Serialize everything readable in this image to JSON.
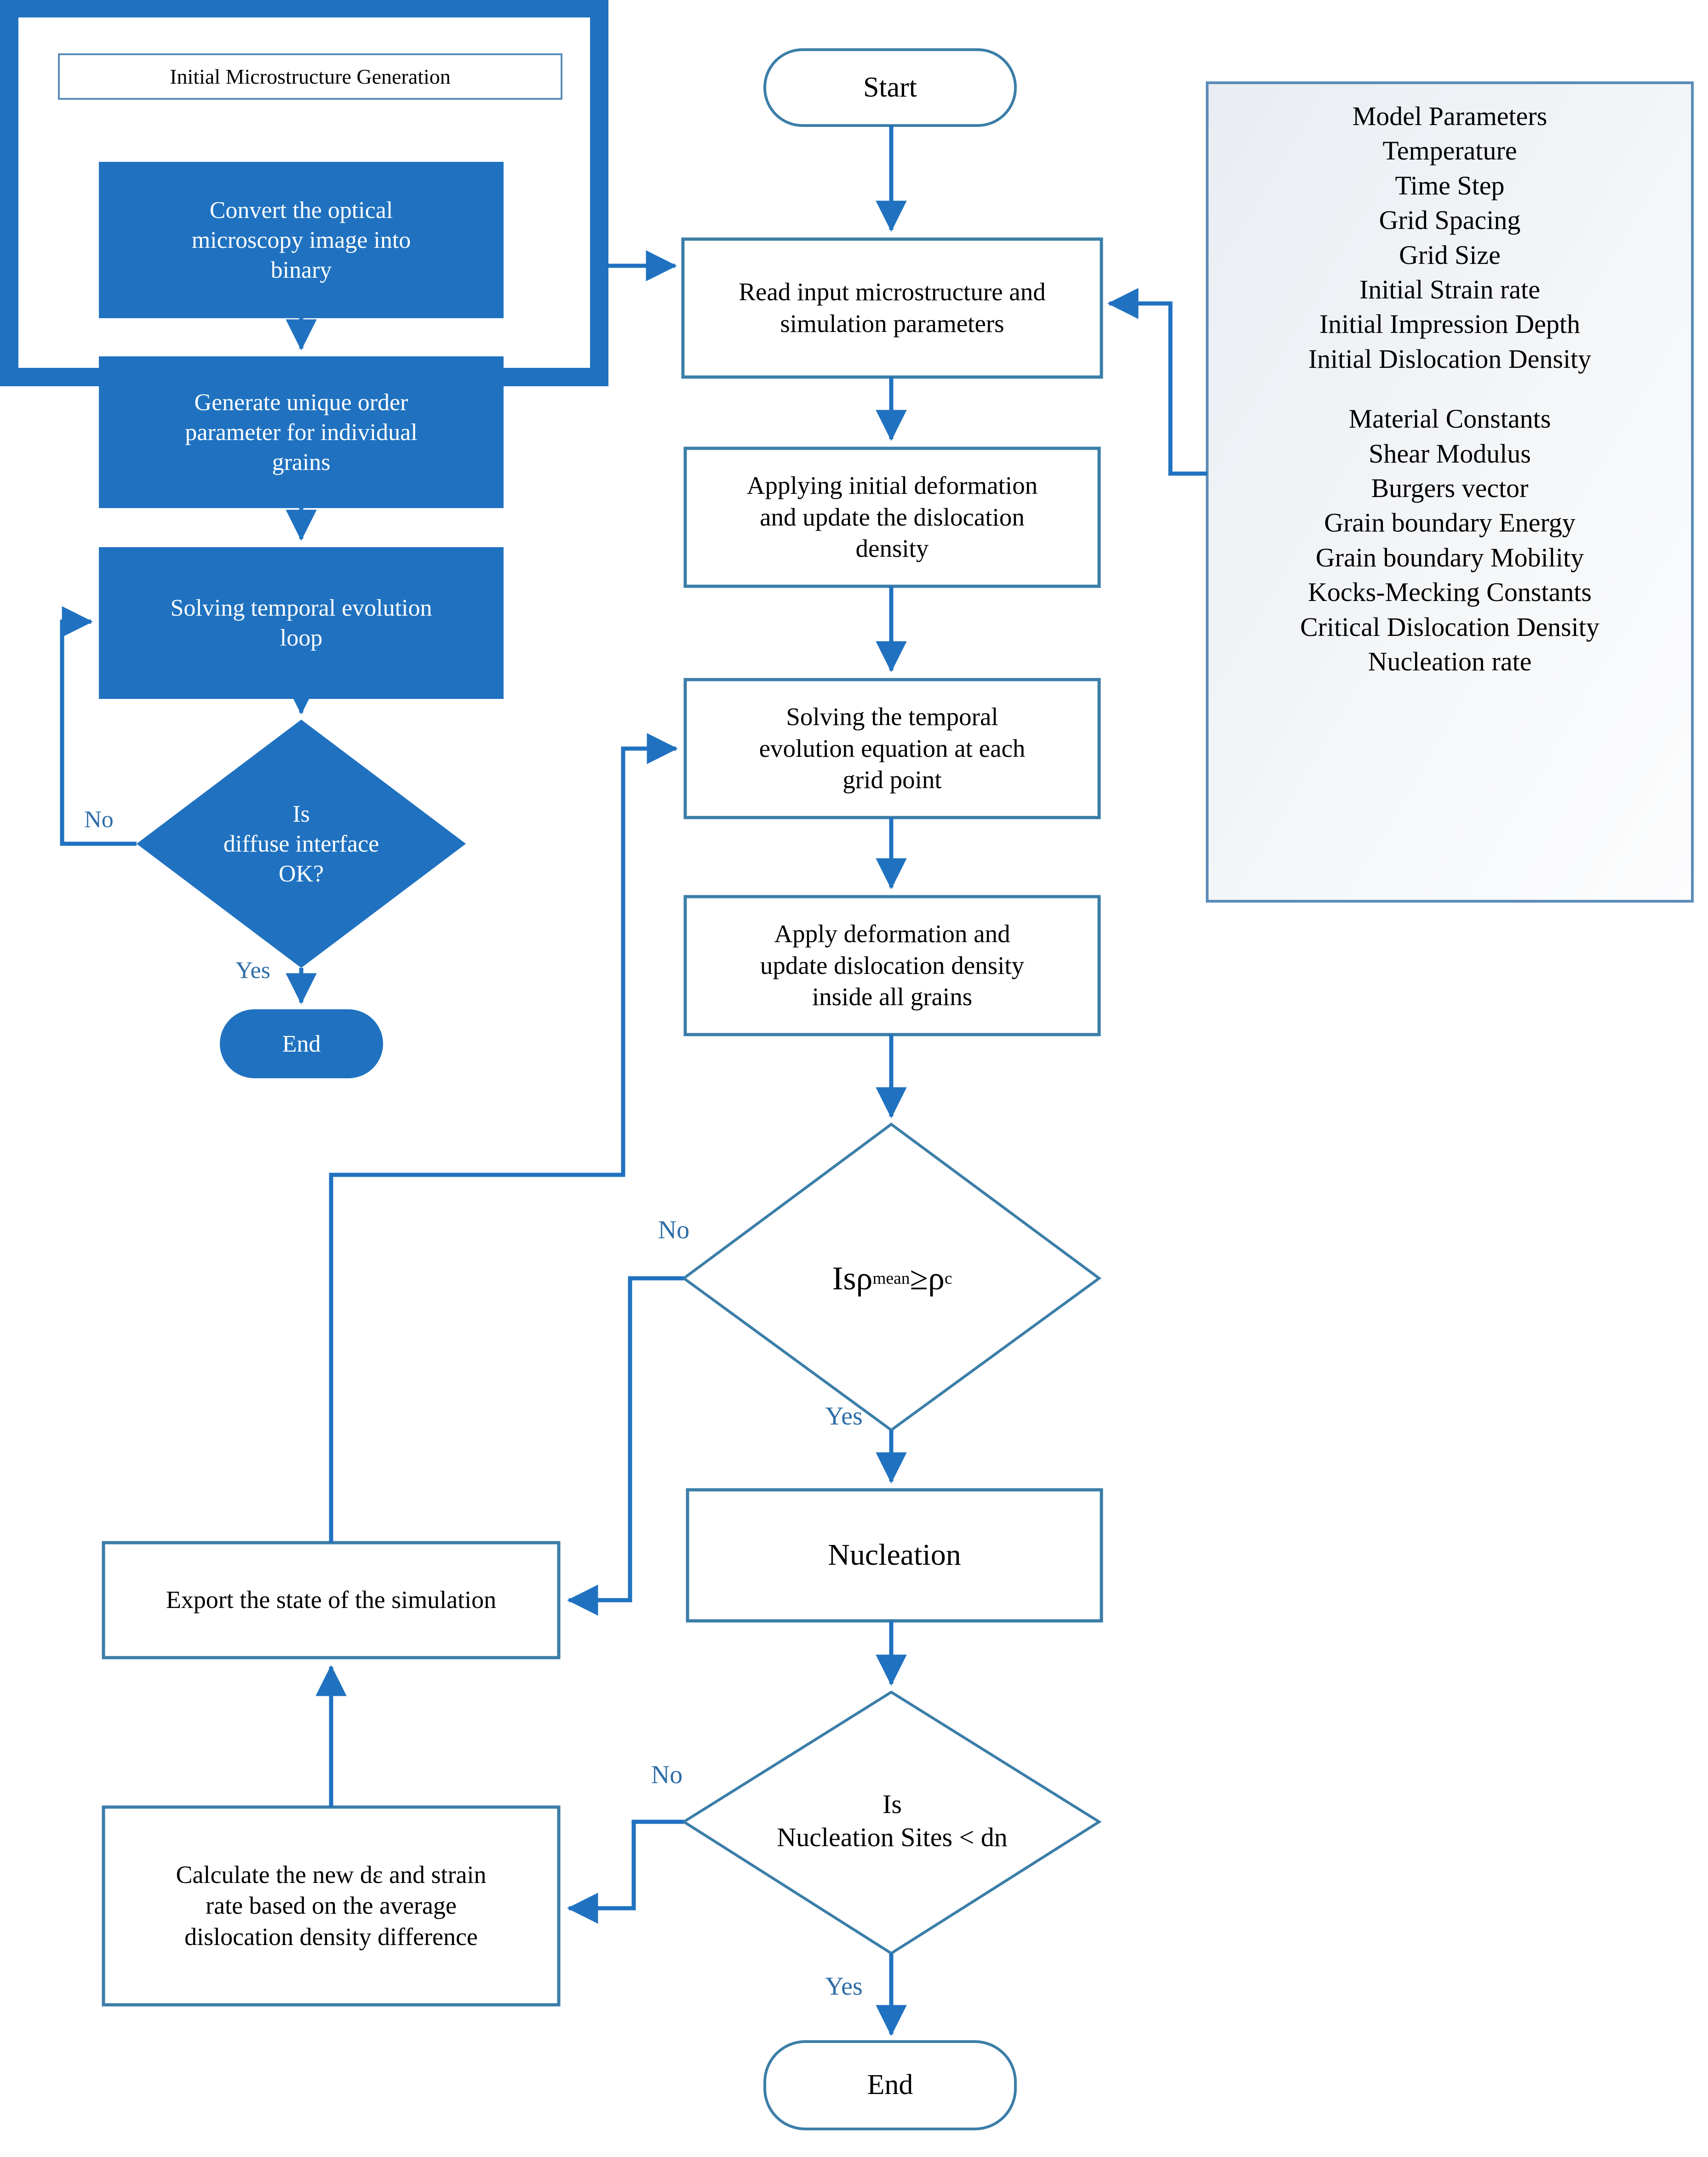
{
  "diagram": {
    "type": "flowchart",
    "title": "Phase-field simulation flowchart",
    "colors": {
      "fill_blue": "#2072C0",
      "stroke_blue": "#3B7EA8",
      "arrow_blue": "#2072C0",
      "label_blue": "#2E6DA8",
      "text_black": "#000000",
      "text_white": "#FFFFFF",
      "panel_fill": "#F0F2F5",
      "background": "#FFFFFF"
    }
  },
  "subflow": {
    "header": "Initial Microstructure Generation",
    "nodes": {
      "convert": "Convert the optical\nmicroscopy image into\nbinary",
      "generate": "Generate unique order\nparameter for individual\ngrains",
      "solve_loop": "Solving temporal evolution\nloop",
      "decision": "Is\ndiffuse interface\nOK?",
      "end": "End"
    },
    "edge_labels": {
      "no": "No",
      "yes": "Yes"
    }
  },
  "main": {
    "nodes": {
      "start": "Start",
      "read_input": "Read input microstructure and\nsimulation parameters",
      "apply_initial": "Applying initial deformation\nand update the dislocation\ndensity",
      "solve_temporal": "Solving the temporal\nevolution equation at each\ngrid point",
      "apply_deform": "Apply deformation and\nupdate dislocation density\ninside all grains",
      "decision_rho_prefix": "Is ",
      "decision_rho_rho1": "ρ",
      "decision_rho_sub1": "mean",
      "decision_rho_op": " ≥ ",
      "decision_rho_rho2": "ρ",
      "decision_rho_sub2": "c",
      "nucleation": "Nucleation",
      "decision_sites": "Is\nNucleation Sites < dn",
      "export_state": "Export the state of the simulation",
      "calculate": "Calculate the new dε  and strain\nrate based on the average\ndislocation density difference",
      "end": "End"
    },
    "edge_labels": {
      "no_rho": "No",
      "yes_rho": "Yes",
      "no_sites": "No",
      "yes_sites": "Yes"
    }
  },
  "parameters_panel": {
    "group1_title": "Model Parameters",
    "group1_items": [
      "Temperature",
      "Time Step",
      "Grid Spacing",
      "Grid Size",
      "Initial Strain rate",
      "Initial Impression Depth",
      "Initial Dislocation Density"
    ],
    "group2_title": "Material Constants",
    "group2_items": [
      "Shear Modulus",
      "Burgers vector",
      "Grain boundary Energy",
      "Grain boundary Mobility",
      "Kocks-Mecking Constants",
      "Critical Dislocation Density",
      "Nucleation rate"
    ]
  }
}
